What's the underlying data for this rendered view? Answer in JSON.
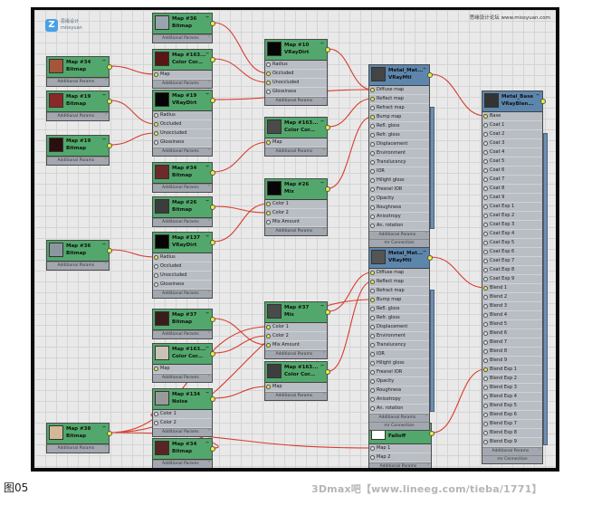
{
  "colors": {
    "wire": "#d93b2c",
    "header_map": "#52a86c",
    "header_vray": "#5d86ad"
  },
  "site_text": "思缘设计论坛 www.missyuan.com",
  "logo": {
    "mark": "Z",
    "line1": "思缘设计",
    "line2": "missyuan"
  },
  "caption": "图05",
  "watermark": "3Dmax吧【www.lineeg.com/tieba/1771】",
  "footer_label": "Additional Params",
  "footer_label_vray": "Additional Params",
  "connection_label": "mr Connection",
  "nodes": [
    {
      "id": "n36a",
      "type": "map",
      "thumb": "#9aa4ae",
      "title": "Map #36",
      "subtitle": "Bitmap",
      "rows": []
    },
    {
      "id": "n163a",
      "type": "map",
      "thumb": "#5a1515",
      "title": "Map #163...",
      "subtitle": "Color Cor...",
      "rows": [
        {
          "label": "Map",
          "on": true
        }
      ]
    },
    {
      "id": "n34",
      "type": "map",
      "thumb": "#a4553a",
      "title": "Map #34",
      "subtitle": "Bitmap",
      "rows": []
    },
    {
      "id": "n10",
      "type": "map",
      "thumb": "#050505",
      "title": "Map #10",
      "subtitle": "VRayDirt",
      "rows": [
        {
          "label": "Radius",
          "on": false
        },
        {
          "label": "Occluded",
          "on": true
        },
        {
          "label": "Unoccluded",
          "on": true
        },
        {
          "label": "Glossiness",
          "on": false
        }
      ]
    },
    {
      "id": "n19a",
      "type": "map",
      "thumb": "#8a2828",
      "title": "Map #19",
      "subtitle": "Bitmap",
      "rows": []
    },
    {
      "id": "n19b",
      "type": "map",
      "thumb": "#050505",
      "title": "Map #19",
      "subtitle": "VRayDirt",
      "rows": [
        {
          "label": "Radius",
          "on": false
        },
        {
          "label": "Occluded",
          "on": true
        },
        {
          "label": "Unoccluded",
          "on": true
        },
        {
          "label": "Glossiness",
          "on": false
        }
      ]
    },
    {
      "id": "n19c",
      "type": "map",
      "thumb": "#2b0f0f",
      "title": "Map #19",
      "subtitle": "Bitmap",
      "rows": []
    },
    {
      "id": "n163b",
      "type": "map",
      "thumb": "#4a4a4a",
      "title": "Map #163...",
      "subtitle": "Color Cor...",
      "rows": [
        {
          "label": "Map",
          "on": true
        }
      ]
    },
    {
      "id": "n34b",
      "type": "map",
      "thumb": "#6e2a2a",
      "title": "Map #34",
      "subtitle": "Bitmap",
      "rows": []
    },
    {
      "id": "n26",
      "type": "map",
      "thumb": "#060606",
      "title": "Map #26",
      "subtitle": "Mix",
      "rows": [
        {
          "label": "Color 1",
          "on": true
        },
        {
          "label": "Color 2",
          "on": true
        },
        {
          "label": "Mix Amount",
          "on": false
        }
      ]
    },
    {
      "id": "n26b",
      "type": "map",
      "thumb": "#3c3c3c",
      "title": "Map #26",
      "subtitle": "Bitmap",
      "rows": []
    },
    {
      "id": "n36b",
      "type": "map",
      "thumb": "#8d96a0",
      "title": "Map #36",
      "subtitle": "Bitmap",
      "rows": []
    },
    {
      "id": "n137",
      "type": "map",
      "thumb": "#050505",
      "title": "Map #137",
      "subtitle": "VRayDirt",
      "rows": [
        {
          "label": "Radius",
          "on": true
        },
        {
          "label": "Occluded",
          "on": false
        },
        {
          "label": "Unoccluded",
          "on": false
        },
        {
          "label": "Glossiness",
          "on": false
        }
      ]
    },
    {
      "id": "n37a",
      "type": "map",
      "thumb": "#3a1c1c",
      "title": "Map #37",
      "subtitle": "Bitmap",
      "rows": []
    },
    {
      "id": "n37",
      "type": "map",
      "thumb": "#4a4a4a",
      "title": "Map #37",
      "subtitle": "Mix",
      "rows": [
        {
          "label": "Color 1",
          "on": true
        },
        {
          "label": "Color 2",
          "on": true
        },
        {
          "label": "Mix Amount",
          "on": true
        }
      ]
    },
    {
      "id": "n163c",
      "type": "map",
      "thumb": "#c9c3b6",
      "title": "Map #163...",
      "subtitle": "Color Cor...",
      "rows": [
        {
          "label": "Map",
          "on": true
        }
      ]
    },
    {
      "id": "n163d",
      "type": "map",
      "thumb": "#3e3e3e",
      "title": "Map #163...",
      "subtitle": "Color Cor...",
      "rows": [
        {
          "label": "Map",
          "on": true
        }
      ]
    },
    {
      "id": "n134",
      "type": "map",
      "thumb": "#9a9a9a",
      "title": "Map #134",
      "subtitle": "Noise",
      "rows": [
        {
          "label": "Color 1",
          "on": false
        },
        {
          "label": "Color 2",
          "on": false
        }
      ]
    },
    {
      "id": "n38",
      "type": "map",
      "thumb": "#d2b896",
      "title": "Map #38",
      "subtitle": "Bitmap",
      "rows": []
    },
    {
      "id": "n34c",
      "type": "map",
      "thumb": "#5b2424",
      "title": "Map #34",
      "subtitle": "Bitmap",
      "rows": []
    },
    {
      "id": "n42",
      "type": "map",
      "thumb": "#ffffff",
      "title": "Map #42",
      "subtitle": "Falloff",
      "rows": [
        {
          "label": "Map 1",
          "on": false
        },
        {
          "label": "Map 2",
          "on": false
        }
      ]
    },
    {
      "id": "vm1",
      "type": "vray",
      "thumb": "#444",
      "title": "Metal_Mat...",
      "subtitle": "VRayMtl",
      "conn": true,
      "rows": [
        {
          "label": "Diffuse map",
          "on": true
        },
        {
          "label": "Reflect map",
          "on": true
        },
        {
          "label": "Refract map",
          "on": false
        },
        {
          "label": "Bump map",
          "on": true
        },
        {
          "label": "Refl. gloss",
          "on": false
        },
        {
          "label": "Refr. gloss",
          "on": false
        },
        {
          "label": "Displacement",
          "on": false
        },
        {
          "label": "Environment",
          "on": false
        },
        {
          "label": "Translucency",
          "on": false
        },
        {
          "label": "IOR",
          "on": false
        },
        {
          "label": "Hilight gloss",
          "on": false
        },
        {
          "label": "Fresnel IOR",
          "on": false
        },
        {
          "label": "Opacity",
          "on": false
        },
        {
          "label": "Roughness",
          "on": false
        },
        {
          "label": "Anisotropy",
          "on": false
        },
        {
          "label": "An. rotation",
          "on": false
        }
      ]
    },
    {
      "id": "vm2",
      "type": "vray",
      "thumb": "#555",
      "title": "Metal_Mat...",
      "subtitle": "VRayMtl",
      "conn": true,
      "rows": [
        {
          "label": "Diffuse map",
          "on": true
        },
        {
          "label": "Reflect map",
          "on": true
        },
        {
          "label": "Refract map",
          "on": false
        },
        {
          "label": "Bump map",
          "on": true
        },
        {
          "label": "Refl. gloss",
          "on": false
        },
        {
          "label": "Refr. gloss",
          "on": false
        },
        {
          "label": "Displacement",
          "on": false
        },
        {
          "label": "Environment",
          "on": false
        },
        {
          "label": "Translucency",
          "on": false
        },
        {
          "label": "IOR",
          "on": false
        },
        {
          "label": "Hilight gloss",
          "on": false
        },
        {
          "label": "Fresnel IOR",
          "on": false
        },
        {
          "label": "Opacity",
          "on": false
        },
        {
          "label": "Roughness",
          "on": false
        },
        {
          "label": "Anisotropy",
          "on": false
        },
        {
          "label": "An. rotation",
          "on": false
        }
      ]
    },
    {
      "id": "vb",
      "type": "vray",
      "thumb": "#333",
      "title": "Metal_Base",
      "subtitle": "VRayBlen...",
      "conn": true,
      "rows": [
        {
          "label": "Base",
          "on": true
        },
        {
          "label": "Coat 1",
          "on": false
        },
        {
          "label": "Coat 2",
          "on": false
        },
        {
          "label": "Coat 3",
          "on": false
        },
        {
          "label": "Coat 4",
          "on": false
        },
        {
          "label": "Coat 5",
          "on": false
        },
        {
          "label": "Coat 6",
          "on": false
        },
        {
          "label": "Coat 7",
          "on": false
        },
        {
          "label": "Coat 8",
          "on": false
        },
        {
          "label": "Coat 9",
          "on": false
        },
        {
          "label": "Coat Exp 1",
          "on": false
        },
        {
          "label": "Coat Exp 2",
          "on": false
        },
        {
          "label": "Coat Exp 3",
          "on": false
        },
        {
          "label": "Coat Exp 4",
          "on": false
        },
        {
          "label": "Coat Exp 5",
          "on": false
        },
        {
          "label": "Coat Exp 6",
          "on": false
        },
        {
          "label": "Coat Exp 7",
          "on": false
        },
        {
          "label": "Coat Exp 8",
          "on": false
        },
        {
          "label": "Coat Exp 9",
          "on": false
        },
        {
          "label": "Blend 1",
          "on": true
        },
        {
          "label": "Blend 2",
          "on": false
        },
        {
          "label": "Blend 3",
          "on": false
        },
        {
          "label": "Blend 4",
          "on": false
        },
        {
          "label": "Blend 5",
          "on": false
        },
        {
          "label": "Blend 6",
          "on": false
        },
        {
          "label": "Blend 7",
          "on": false
        },
        {
          "label": "Blend 8",
          "on": false
        },
        {
          "label": "Blend 9",
          "on": false
        },
        {
          "label": "Blend Exp 1",
          "on": true
        },
        {
          "label": "Blend Exp 2",
          "on": false
        },
        {
          "label": "Blend Exp 3",
          "on": false
        },
        {
          "label": "Blend Exp 4",
          "on": false
        },
        {
          "label": "Blend Exp 5",
          "on": false
        },
        {
          "label": "Blend Exp 6",
          "on": false
        },
        {
          "label": "Blend Exp 7",
          "on": false
        },
        {
          "label": "Blend Exp 8",
          "on": false
        },
        {
          "label": "Blend Exp 9",
          "on": false
        }
      ]
    }
  ],
  "links": [
    [
      "n36a",
      null,
      "n10",
      1
    ],
    [
      "n163a",
      null,
      "n10",
      2
    ],
    [
      "n34",
      "",
      "n163a",
      0
    ],
    [
      "n19a",
      null,
      "n19b",
      1
    ],
    [
      "n19c",
      null,
      "n19b",
      2
    ],
    [
      "n10",
      null,
      "vm1",
      0
    ],
    [
      "n19b",
      null,
      "vm1",
      0
    ],
    [
      "n163b",
      null,
      "vm1",
      1
    ],
    [
      "n26",
      null,
      "vm1",
      3
    ],
    [
      "n34b",
      null,
      "n163b",
      0
    ],
    [
      "n26b",
      null,
      "n26",
      1
    ],
    [
      "n137",
      null,
      "n26",
      0
    ],
    [
      "n36b",
      null,
      "n137",
      0
    ],
    [
      "vm1",
      null,
      "vb",
      0
    ],
    [
      "vm2",
      null,
      "vb",
      19
    ],
    [
      "n42",
      null,
      "vb",
      28
    ],
    [
      "n37",
      null,
      "vm2",
      0
    ],
    [
      "n163d",
      null,
      "vm2",
      1
    ],
    [
      "n38",
      null,
      "vm2",
      3
    ],
    [
      "n38",
      null,
      "n37",
      0
    ],
    [
      "n37a",
      null,
      "n37",
      2
    ],
    [
      "n163c",
      null,
      "n37",
      1
    ],
    [
      "n134",
      null,
      "n163d",
      0
    ],
    [
      "n34c",
      null,
      "n134",
      0
    ],
    [
      "n38",
      null,
      "n42",
      0
    ]
  ]
}
